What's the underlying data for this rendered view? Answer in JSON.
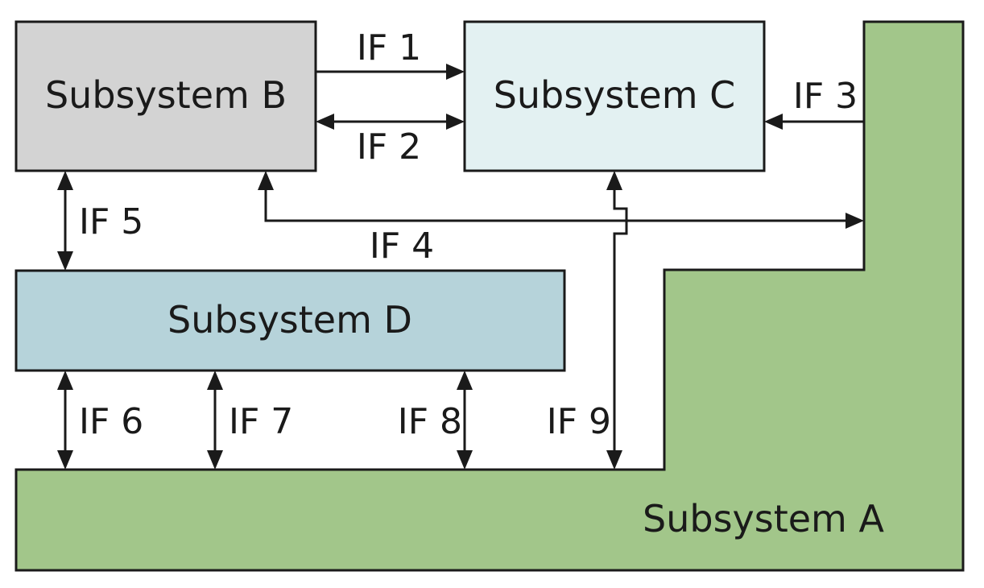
{
  "colors": {
    "subsystem_a": "#a2c68a",
    "subsystem_b": "#d3d3d3",
    "subsystem_c": "#e3f1f2",
    "subsystem_d": "#b6d3da",
    "stroke": "#1a1a1a"
  },
  "subsystems": {
    "a": {
      "label": "Subsystem A"
    },
    "b": {
      "label": "Subsystem B"
    },
    "c": {
      "label": "Subsystem C"
    },
    "d": {
      "label": "Subsystem D"
    }
  },
  "interfaces": [
    {
      "id": "if1",
      "label": "IF 1",
      "from": "Subsystem B",
      "to": "Subsystem C",
      "direction": "one-way"
    },
    {
      "id": "if2",
      "label": "IF 2",
      "from": "Subsystem B",
      "to": "Subsystem C",
      "direction": "two-way"
    },
    {
      "id": "if3",
      "label": "IF 3",
      "from": "Subsystem A",
      "to": "Subsystem C",
      "direction": "one-way"
    },
    {
      "id": "if4",
      "label": "IF 4",
      "from": "Subsystem B",
      "to": "Subsystem A",
      "direction": "two-way"
    },
    {
      "id": "if5",
      "label": "IF 5",
      "from": "Subsystem B",
      "to": "Subsystem D",
      "direction": "two-way"
    },
    {
      "id": "if6",
      "label": "IF 6",
      "from": "Subsystem D",
      "to": "Subsystem A",
      "direction": "two-way"
    },
    {
      "id": "if7",
      "label": "IF 7",
      "from": "Subsystem D",
      "to": "Subsystem A",
      "direction": "two-way"
    },
    {
      "id": "if8",
      "label": "IF 8",
      "from": "Subsystem D",
      "to": "Subsystem A",
      "direction": "two-way"
    },
    {
      "id": "if9",
      "label": "IF 9",
      "from": "Subsystem C",
      "to": "Subsystem A",
      "direction": "two-way"
    }
  ]
}
